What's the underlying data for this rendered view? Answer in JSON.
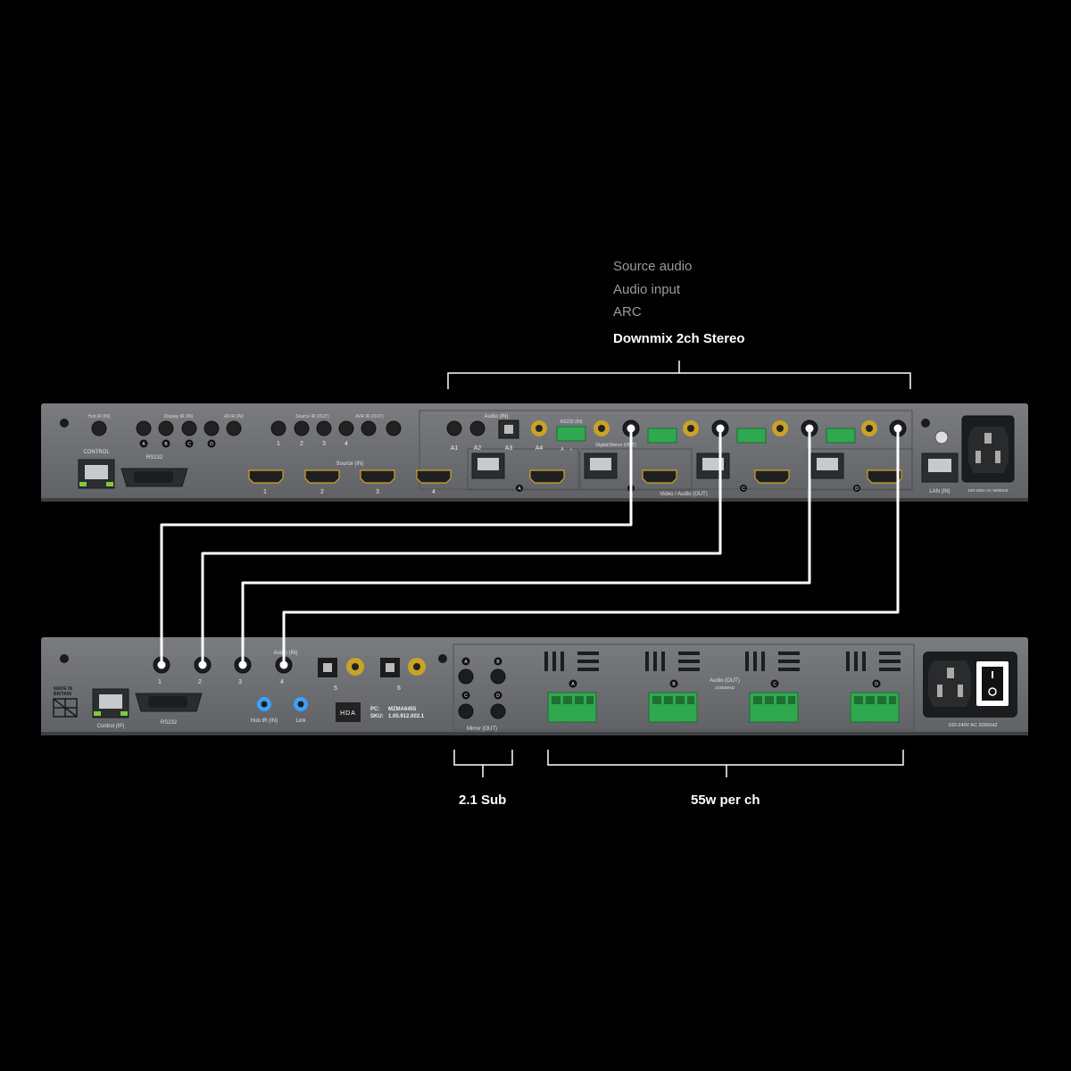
{
  "audio_source_menu": {
    "items": [
      "Source audio",
      "Audio input",
      "ARC"
    ],
    "selected": "Downmix 2ch Stereo"
  },
  "brackets": {
    "sub": "2.1 Sub",
    "amp": "55w per ch"
  },
  "matrix_unit": {
    "hub_ir_in": "Hub IR (IN)",
    "display_ir_in": "Display IR (IN)",
    "display_ir_letters": [
      "A",
      "B",
      "C",
      "D"
    ],
    "all_ir_in": "All IR (IN)",
    "source_ir_out": "Source IR (OUT)",
    "avr_ir_out": "AVR IR (OUT)",
    "source_ir_numbers": [
      "1",
      "2",
      "3",
      "4"
    ],
    "control": "CONTROL",
    "rs232": "RS232",
    "source_in": "Source (IN)",
    "source_numbers": [
      "1",
      "2",
      "3",
      "4"
    ],
    "audio_in": "Audio (IN)",
    "audio_inputs": [
      "A1",
      "A2",
      "A3",
      "A4"
    ],
    "rs232_in": "RS232 (IN)",
    "rs232_pins": [
      "A",
      "+",
      "-"
    ],
    "digital_stereo_out": "Digital/Stereo (OUT)",
    "video_audio_out": "Video / Audio (OUT)",
    "zone_letters": [
      "A",
      "B",
      "C",
      "D"
    ],
    "lan_in": "LAN (IN)",
    "power": "100-240V AC 50/60HZ"
  },
  "amp_unit": {
    "made_in_britain": [
      "MADE IN",
      "BRITAIN"
    ],
    "control_ip": "Control (IP)",
    "rs232": "RS232",
    "audio_in": "Audio (IN)",
    "audio_in_numbers": [
      "1",
      "2",
      "3",
      "4"
    ],
    "hub_ir_in": "Hub IR (IN)",
    "link": "Link",
    "optical_numbers": [
      "5",
      "6"
    ],
    "logo": "HDA",
    "pc_label": "PC:",
    "pc_value": "MZMA6455",
    "sku_label": "SKU:",
    "sku_value": "1.05.912.002.1",
    "mirror_out": "Mirror (OUT)",
    "mirror_letters": [
      "A",
      "B",
      "C",
      "D"
    ],
    "audio_out": "Audio (OUT)",
    "audio_out_spec": "2X55W/4Ω",
    "amp_zone_letters": [
      "A",
      "B",
      "C",
      "D"
    ],
    "power": "100-240V AC 50/60HZ"
  },
  "colors": {
    "background": "#000000",
    "panel": "#6b6d71",
    "cable": "#ffffff",
    "terminal": "#2fa84f",
    "gold": "#c9a227",
    "ir_blue": "#3da0ff"
  }
}
